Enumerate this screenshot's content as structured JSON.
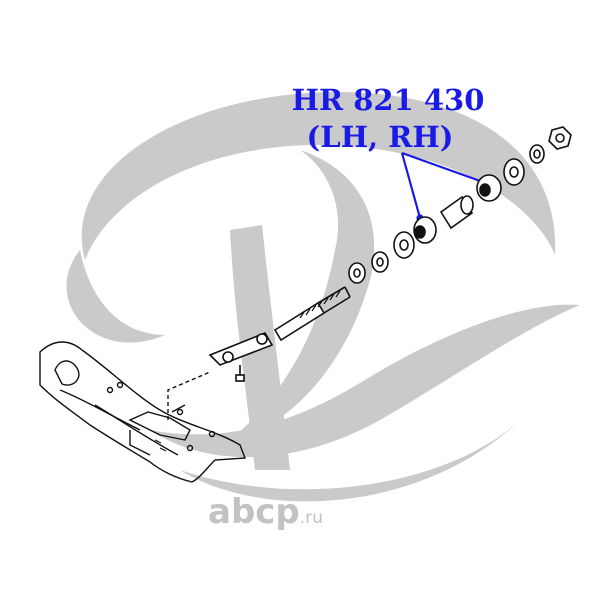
{
  "callout": {
    "part_number": "HR 821 430",
    "sides": "(LH, RH)"
  },
  "watermark": {
    "main": "abcp",
    "domain": ".ru"
  },
  "colors": {
    "callout": "#1a1ae6",
    "watermark": "#c6c6c6",
    "line_art": "#111111"
  }
}
